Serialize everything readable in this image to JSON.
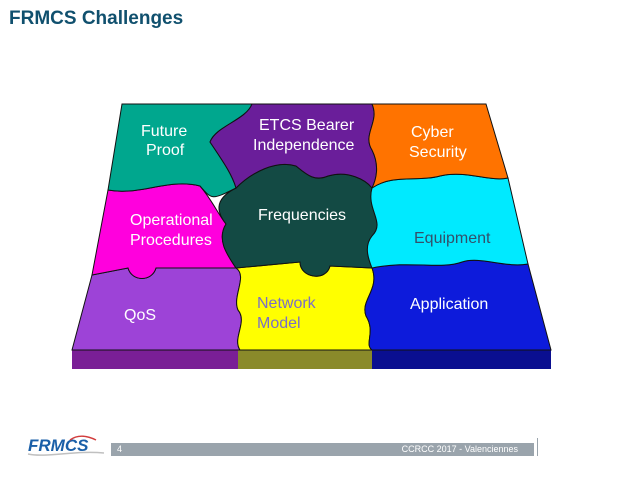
{
  "title": "FRMCS Challenges",
  "pieces": {
    "future_proof": {
      "line1": "Future",
      "line2": "Proof",
      "color": "#00a78e"
    },
    "etcs_bearer": {
      "line1": "ETCS Bearer",
      "line2": "Independence",
      "color": "#6a1e9a"
    },
    "cyber_security": {
      "line1": "Cyber",
      "line2": "Security",
      "color": "#ff7300"
    },
    "operational": {
      "line1": "Operational",
      "line2": "Procedures",
      "color": "#ff00dd"
    },
    "frequencies": {
      "label": "Frequencies",
      "color": "#134a44"
    },
    "equipment": {
      "label": "Equipment",
      "color": "#00eaff"
    },
    "qos": {
      "label": "QoS",
      "color": "#9d43d7"
    },
    "network_model": {
      "line1": "Network",
      "line2": "Model",
      "color": "#ffff00"
    },
    "application": {
      "label": "Application",
      "color": "#0d1bdb"
    }
  },
  "footer": {
    "logo": "FRMCS",
    "page_number": "4",
    "event": "CCRCC 2017 - Valenciennes"
  }
}
